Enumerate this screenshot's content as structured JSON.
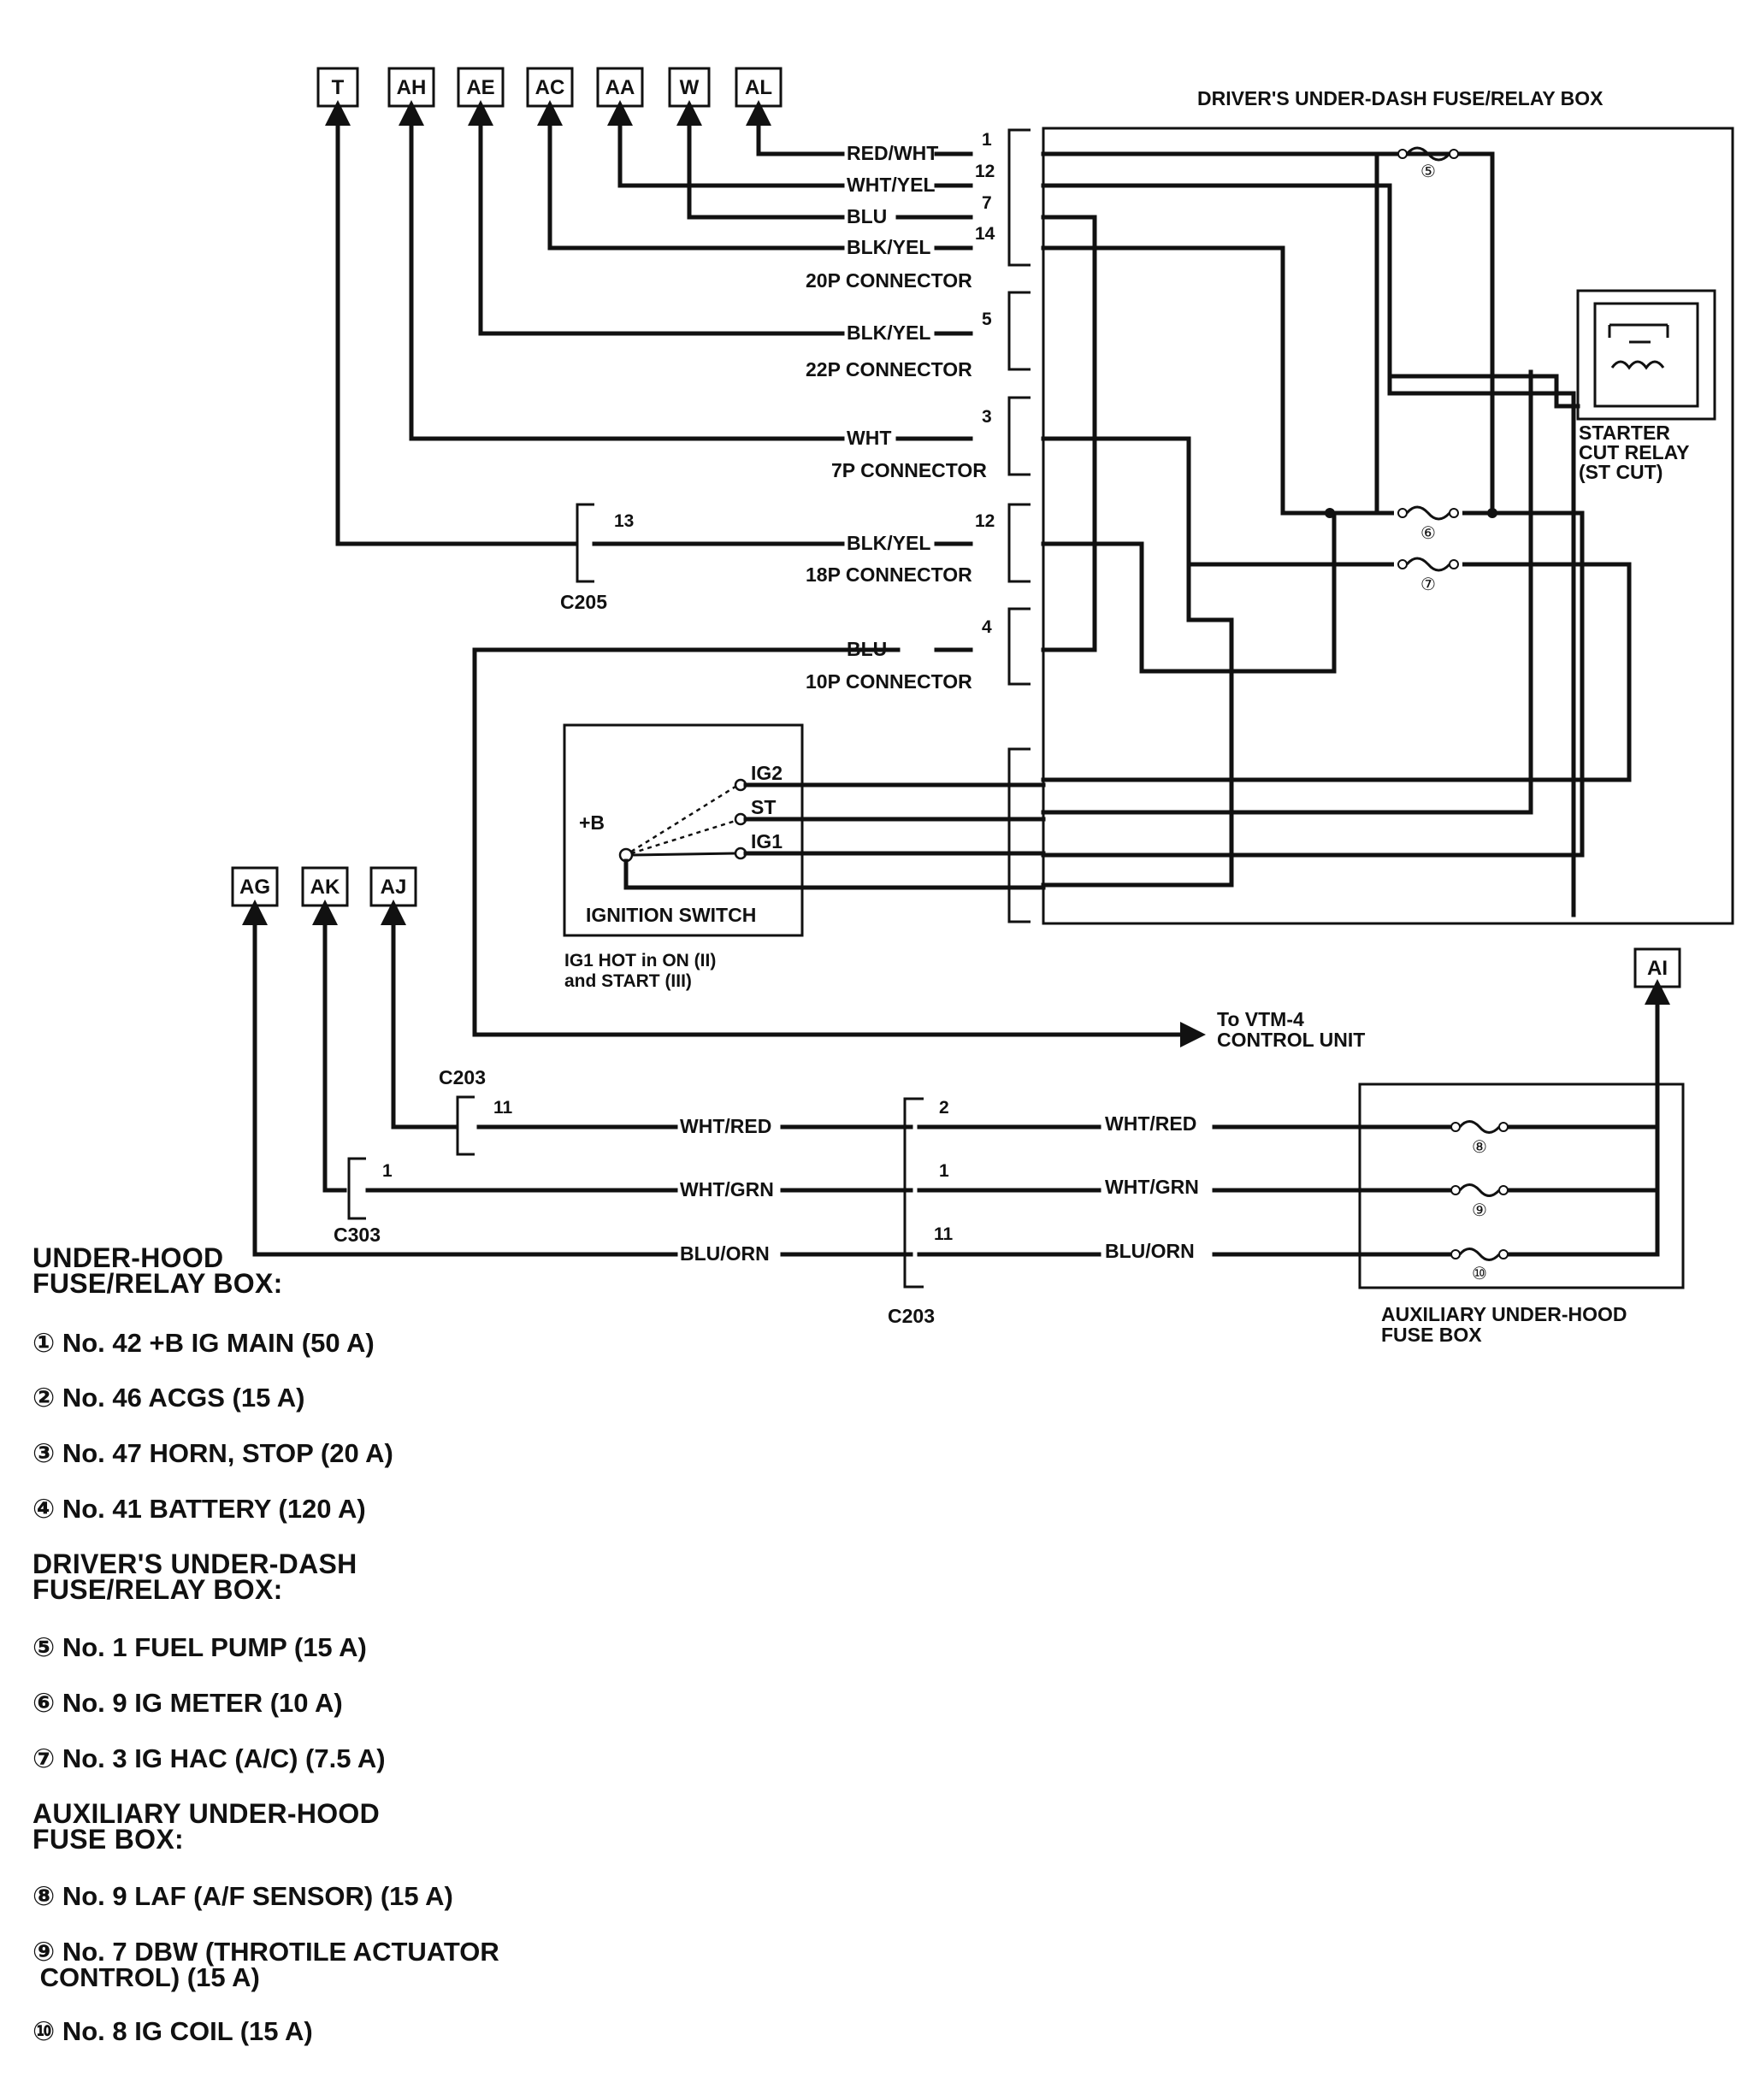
{
  "terminals_top": [
    "T",
    "AH",
    "AE",
    "AC",
    "AA",
    "W",
    "AL"
  ],
  "terminals_left": [
    "AG",
    "AK",
    "AJ"
  ],
  "terminal_ai": "AI",
  "fuse_box_dash_title": "DRIVER'S UNDER-DASH FUSE/RELAY BOX",
  "wires": {
    "red_wht": "RED/WHT",
    "wht_yel": "WHT/YEL",
    "blu_1": "BLU",
    "blk_yel_1": "BLK/YEL",
    "blk_yel_2": "BLK/YEL",
    "wht": "WHT",
    "blk_yel_3": "BLK/YEL",
    "blu_2": "BLU",
    "wht_red_l": "WHT/RED",
    "wht_grn_l": "WHT/GRN",
    "blu_orn_l": "BLU/ORN",
    "wht_red_r": "WHT/RED",
    "wht_grn_r": "WHT/GRN",
    "blu_orn_r": "BLU/ORN"
  },
  "pins": {
    "p1": "1",
    "p12": "12",
    "p7": "7",
    "p14": "14",
    "p5": "5",
    "p3": "3",
    "p12b": "12",
    "p4": "4",
    "p13": "13",
    "c203_11": "11",
    "c303_1": "1",
    "c203b_2": "2",
    "c203b_1": "1",
    "c203b_11": "11"
  },
  "connectors": {
    "c20p": "20P CONNECTOR",
    "c22p": "22P CONNECTOR",
    "c7p": "7P CONNECTOR",
    "c18p": "18P CONNECTOR",
    "c10p": "10P CONNECTOR",
    "c205": "C205",
    "c203_top": "C203",
    "c303": "C303",
    "c203_bottom": "C203"
  },
  "relay_label": [
    "STARTER",
    "CUT RELAY",
    "(ST CUT)"
  ],
  "ignition": {
    "plus_b": "+B",
    "ig2": "IG2",
    "st": "ST",
    "ig1": "IG1",
    "title": "IGNITION SWITCH",
    "note": [
      "IG1 HOT in ON (II)",
      "and START (III)"
    ]
  },
  "vtm_label": [
    "To VTM-4",
    "CONTROL UNIT"
  ],
  "aux_box_label": [
    "AUXILIARY UNDER-HOOD",
    "FUSE BOX"
  ],
  "fuse_marks": {
    "f5": "⑤",
    "f6": "⑥",
    "f7": "⑦",
    "f8": "⑧",
    "f9": "⑨",
    "f10": "⑩"
  },
  "legend": {
    "under_hood_title": "UNDER-HOOD\nFUSE/RELAY BOX:",
    "under_hood_items": [
      "① No. 42 +B IG MAIN (50 A)",
      "② No. 46 ACGS (15 A)",
      "③ No. 47 HORN, STOP (20 A)",
      "④ No. 41 BATTERY (120 A)"
    ],
    "under_dash_title": "DRIVER'S UNDER-DASH\nFUSE/RELAY BOX:",
    "under_dash_items": [
      "⑤ No. 1 FUEL PUMP (15 A)",
      "⑥ No. 9 IG METER (10 A)",
      "⑦ No. 3 IG HAC (A/C) (7.5 A)"
    ],
    "aux_title": "AUXILIARY UNDER-HOOD\nFUSE BOX:",
    "aux_items": [
      "⑧ No. 9 LAF (A/F SENSOR) (15 A)",
      "⑨ No. 7 DBW (THROTILE ACTUATOR\n CONTROL) (15 A)",
      "⑩ No. 8 IG COIL (15 A)"
    ]
  }
}
